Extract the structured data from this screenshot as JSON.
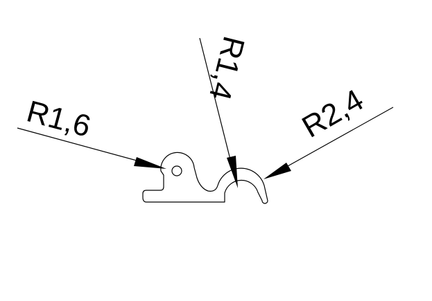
{
  "dimensions": [
    {
      "id": "r16",
      "label": "R1,6"
    },
    {
      "id": "r14",
      "label": "R1,4"
    },
    {
      "id": "r24",
      "label": "R2,4"
    }
  ],
  "colors": {
    "ink": "#000000",
    "background": "#ffffff"
  }
}
